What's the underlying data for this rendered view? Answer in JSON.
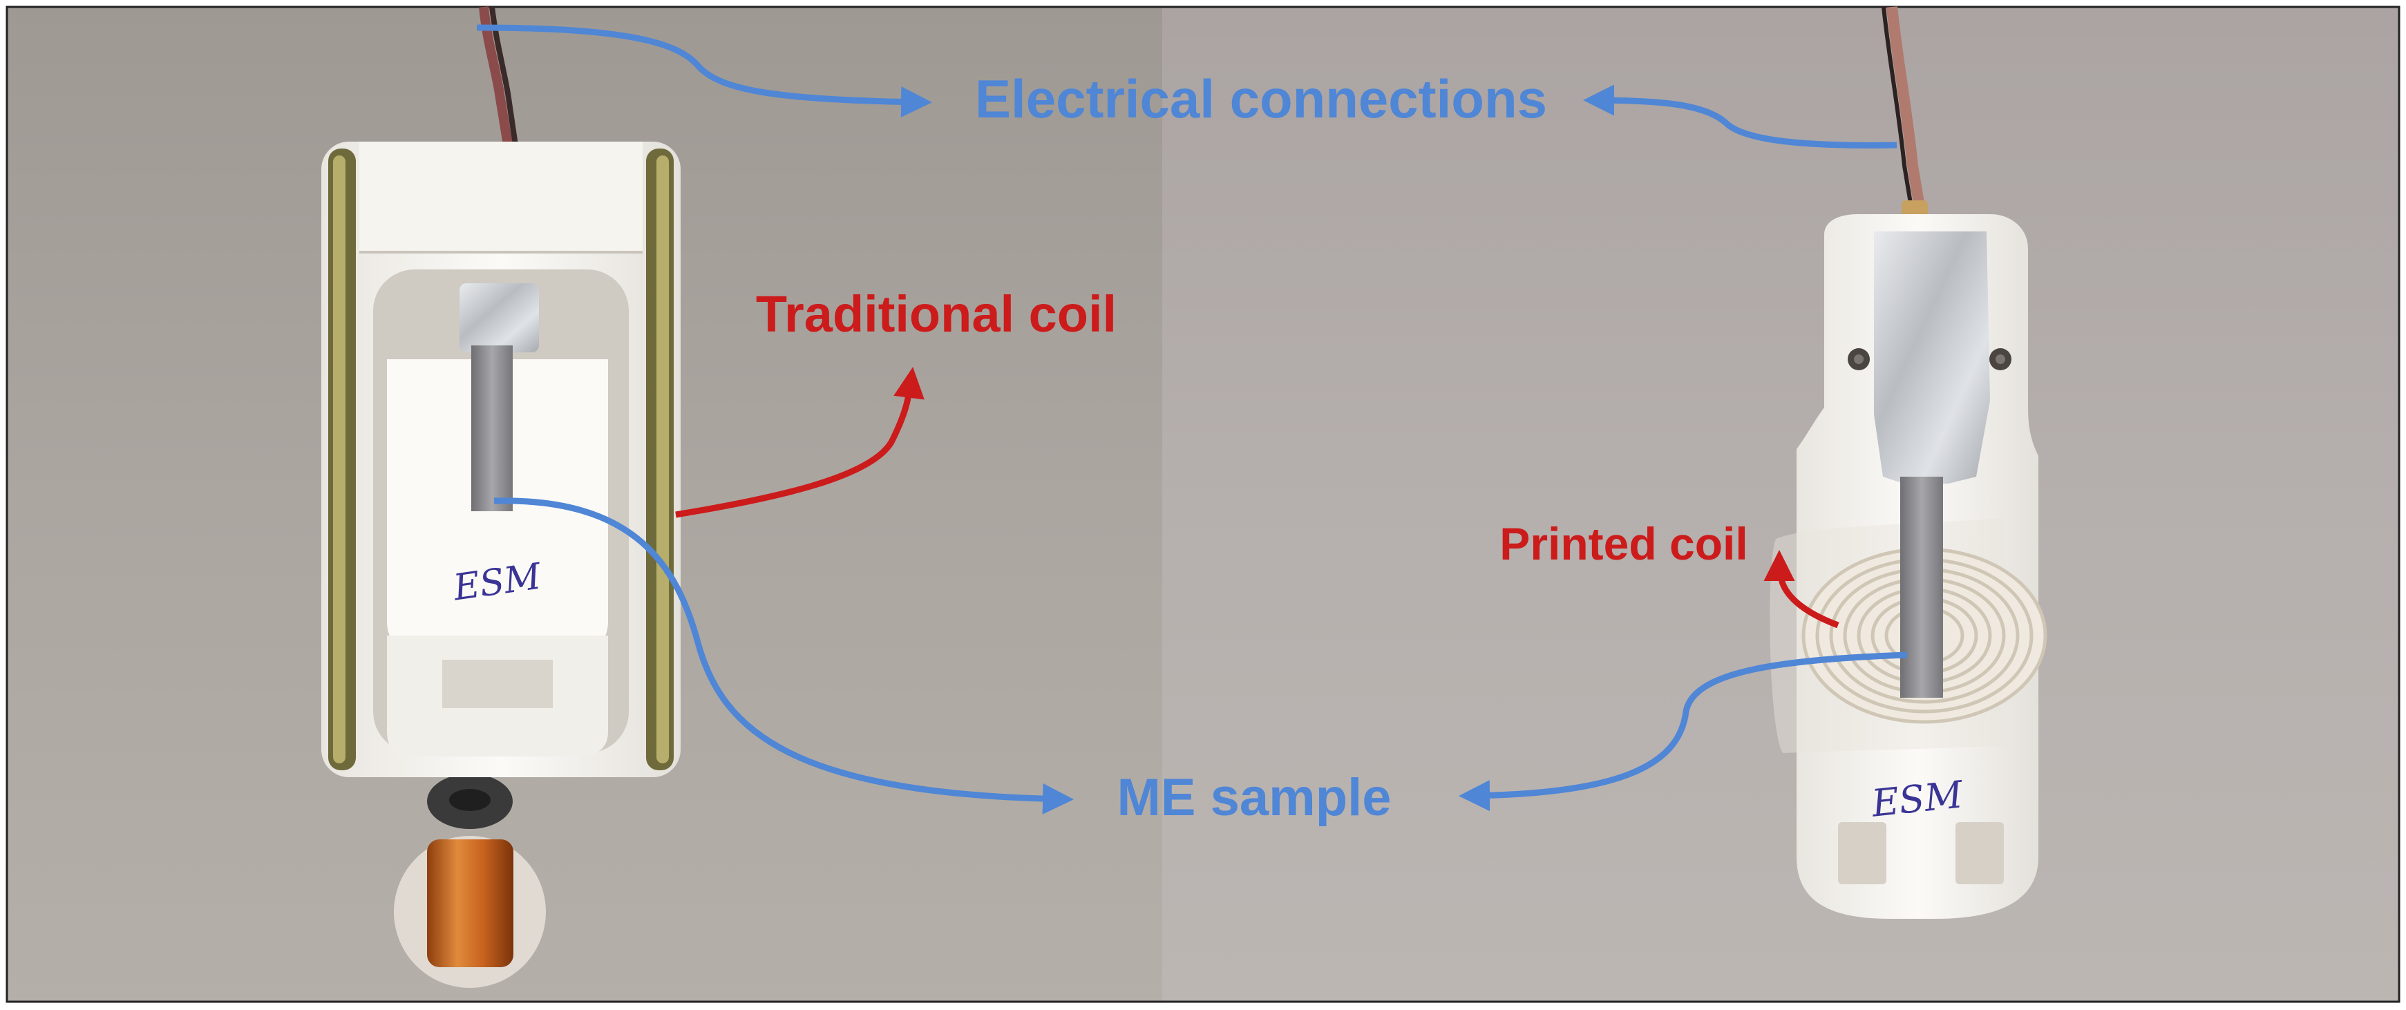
{
  "labels": {
    "electrical_connections": "Electrical connections",
    "traditional_coil": "Traditional coil",
    "printed_coil": "Printed coil",
    "me_sample": "ME sample",
    "esm_left": "ESM",
    "esm_right": "ESM"
  },
  "colors": {
    "annotation_blue": "#4f86d6",
    "annotation_red": "#cc1b1b",
    "background_left": "#aaa49f",
    "background_right": "#b3adab",
    "printed_part": "#f4f2ee",
    "copper": "#c2621c",
    "foil": "#cfd2d6",
    "me_strip": "#8a8a8e",
    "ink": "#3a3496"
  },
  "icons": [
    "traditional-coil-device",
    "printed-coil-device",
    "copper-spool",
    "cable"
  ]
}
